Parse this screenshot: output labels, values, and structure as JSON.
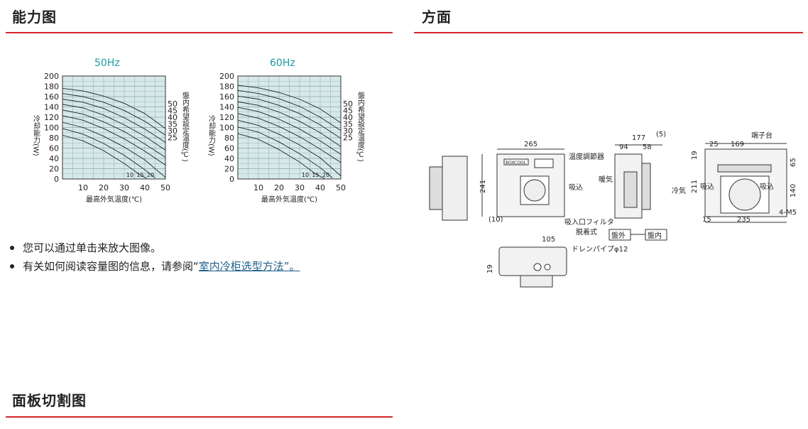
{
  "sections": {
    "capacity": {
      "title": "能力图"
    },
    "dimensions": {
      "title": "方面"
    },
    "panel_cutout": {
      "title": "面板切割图"
    }
  },
  "bullets": {
    "enlarge": "您可以通过单击来放大图像。",
    "guide_prefix": "有关如何阅读容量图的信息，请参阅“",
    "guide_link": "室内冷柜选型方法”。"
  },
  "chart_data": [
    {
      "type": "line",
      "title": "50Hz",
      "xlabel": "最高外気温度(℃)",
      "ylabel": "冷却能力(W)",
      "right_label": "盤内希望設定温度(℃)",
      "xlim": [
        0,
        50
      ],
      "ylim": [
        0,
        200
      ],
      "x_ticks": [
        "10",
        "20",
        "30",
        "40",
        "50"
      ],
      "y_ticks": [
        "0",
        "20",
        "40",
        "60",
        "80",
        "100",
        "120",
        "140",
        "160",
        "180",
        "200"
      ],
      "right_ticks": [
        "50",
        "45",
        "40",
        "35",
        "30",
        "25"
      ],
      "bottom_curve_labels": [
        "10",
        "15",
        "20"
      ],
      "series": [
        {
          "name": "50",
          "x": [
            0,
            10,
            20,
            30,
            40,
            50
          ],
          "values": [
            176,
            171,
            161,
            147,
            127,
            98
          ]
        },
        {
          "name": "45",
          "x": [
            0,
            10,
            20,
            30,
            40,
            50
          ],
          "values": [
            166,
            160,
            149,
            133,
            112,
            85
          ]
        },
        {
          "name": "40",
          "x": [
            0,
            10,
            20,
            30,
            40,
            50
          ],
          "values": [
            155,
            149,
            137,
            119,
            97,
            71
          ]
        },
        {
          "name": "35",
          "x": [
            0,
            10,
            20,
            30,
            40,
            50
          ],
          "values": [
            145,
            138,
            124,
            105,
            83,
            56
          ]
        },
        {
          "name": "30",
          "x": [
            0,
            10,
            20,
            30,
            40,
            50
          ],
          "values": [
            134,
            126,
            111,
            92,
            68,
            42
          ]
        },
        {
          "name": "25",
          "x": [
            0,
            10,
            20,
            30,
            40,
            50
          ],
          "values": [
            123,
            114,
            98,
            78,
            54,
            27
          ]
        },
        {
          "name": "20",
          "x": [
            0,
            10,
            20,
            30,
            40,
            50
          ],
          "values": [
            110,
            100,
            83,
            62,
            37,
            3
          ]
        },
        {
          "name": "15",
          "x": [
            0,
            10,
            20,
            30,
            40,
            45
          ],
          "values": [
            98,
            87,
            69,
            46,
            18,
            2
          ]
        },
        {
          "name": "10",
          "x": [
            0,
            10,
            20,
            30,
            38,
            41
          ],
          "values": [
            85,
            74,
            55,
            30,
            7,
            1
          ]
        }
      ]
    },
    {
      "type": "line",
      "title": "60Hz",
      "xlabel": "最高外気温度(℃)",
      "ylabel": "冷却能力(W)",
      "right_label": "盤内希望設定温度(℃)",
      "xlim": [
        0,
        50
      ],
      "ylim": [
        0,
        200
      ],
      "x_ticks": [
        "10",
        "20",
        "30",
        "40",
        "50"
      ],
      "y_ticks": [
        "0",
        "20",
        "40",
        "60",
        "80",
        "100",
        "120",
        "140",
        "160",
        "180",
        "200"
      ],
      "right_ticks": [
        "50",
        "45",
        "40",
        "35",
        "30",
        "25"
      ],
      "bottom_curve_labels": [
        "10",
        "15",
        "20"
      ],
      "series": [
        {
          "name": "50",
          "x": [
            0,
            10,
            20,
            30,
            40,
            50
          ],
          "values": [
            182,
            177,
            168,
            155,
            136,
            109
          ]
        },
        {
          "name": "45",
          "x": [
            0,
            10,
            20,
            30,
            40,
            50
          ],
          "values": [
            172,
            166,
            156,
            141,
            120,
            94
          ]
        },
        {
          "name": "40",
          "x": [
            0,
            10,
            20,
            30,
            40,
            50
          ],
          "values": [
            161,
            155,
            143,
            127,
            105,
            79
          ]
        },
        {
          "name": "35",
          "x": [
            0,
            10,
            20,
            30,
            40,
            50
          ],
          "values": [
            150,
            143,
            130,
            112,
            90,
            63
          ]
        },
        {
          "name": "30",
          "x": [
            0,
            10,
            20,
            30,
            40,
            50
          ],
          "values": [
            139,
            131,
            116,
            97,
            74,
            48
          ]
        },
        {
          "name": "25",
          "x": [
            0,
            10,
            20,
            30,
            40,
            50
          ],
          "values": [
            127,
            118,
            102,
            82,
            58,
            32
          ]
        },
        {
          "name": "20",
          "x": [
            0,
            10,
            20,
            30,
            40,
            50
          ],
          "values": [
            114,
            104,
            87,
            66,
            41,
            6
          ]
        },
        {
          "name": "15",
          "x": [
            0,
            10,
            20,
            30,
            40,
            46
          ],
          "values": [
            101,
            91,
            72,
            49,
            22,
            2
          ]
        },
        {
          "name": "10",
          "x": [
            0,
            10,
            20,
            30,
            38,
            42
          ],
          "values": [
            88,
            77,
            57,
            33,
            9,
            1
          ]
        }
      ]
    }
  ],
  "dimension_drawing": {
    "dims": {
      "w265": "265",
      "h241": "241",
      "h10": "(10)",
      "d177": "177",
      "d5": "(5)",
      "d94": "94",
      "d58": "58",
      "w25": "25",
      "w169": "169",
      "h19": "19",
      "h65": "65",
      "h211": "211",
      "h140": "140",
      "w15": "15",
      "w235": "235",
      "m4m5": "4-M5",
      "w105": "105",
      "h19b": "19"
    },
    "labels": {
      "temp_controller": "温度調節器",
      "brand": "BOXCOOL",
      "intake": "吸込",
      "warm_air": "暖気",
      "cold_air": "冷気",
      "filter": "吸入口フィルタ",
      "removable": "脱着式",
      "outside": "盤外",
      "inside": "盤内",
      "terminal": "端子台",
      "drain": "ドレンパイプφ12"
    }
  }
}
